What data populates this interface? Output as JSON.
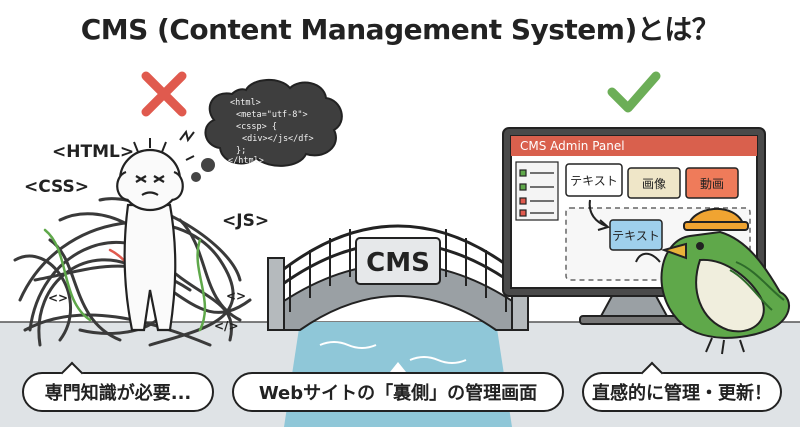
{
  "title": "CMS (Content Management System)とは？",
  "left": {
    "tags": {
      "html": "<HTML>",
      "css": "<CSS>",
      "js": "<JS>",
      "bracket1": "<>",
      "bracket2": "<>",
      "bracket3": "</>"
    },
    "code_lines": [
      "<html>",
      "<meta=\"utf-8\">",
      "<cssp> {",
      "<div></js</df>",
      "};",
      "</html>"
    ],
    "caption": "専門知識が必要..."
  },
  "bridge": {
    "label": "CMS",
    "caption": "Webサイトの「裏側」の管理画面"
  },
  "right": {
    "panel_title": "CMS Admin Panel",
    "buttons": {
      "text": "テキスト",
      "image": "画像",
      "video": "動画"
    },
    "dragged_item": "テキスト",
    "caption": "直感的に管理・更新！"
  },
  "colors": {
    "wrong": "#e05a4e",
    "right": "#6cae57",
    "panel_header": "#d9604d",
    "video_button": "#ef7b5a",
    "image_button": "#efe6c8",
    "bird": "#5fa84a",
    "water": "#8fc7d8"
  }
}
